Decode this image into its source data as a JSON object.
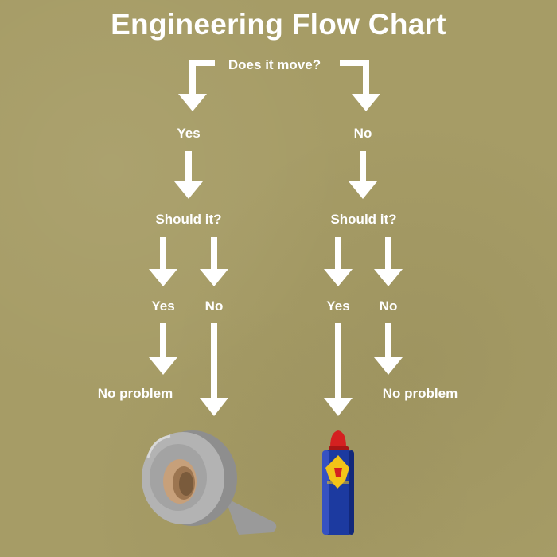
{
  "title": "Engineering Flow Chart",
  "root": {
    "question": "Does it move?"
  },
  "branches": {
    "yes": {
      "label": "Yes",
      "question": "Should it?",
      "answer_yes": {
        "label": "Yes",
        "result": "No problem"
      },
      "answer_no": {
        "label": "No",
        "result_icon": "duct-tape-icon"
      }
    },
    "no": {
      "label": "No",
      "question": "Should it?",
      "answer_yes": {
        "label": "Yes",
        "result_icon": "wd40-can-icon"
      },
      "answer_no": {
        "label": "No",
        "result": "No problem"
      }
    }
  },
  "colors": {
    "background": "#a69c66",
    "text": "#ffffff",
    "arrow": "#ffffff",
    "tape": "#a3a3a3",
    "can_body": "#1c3aa0",
    "can_cap": "#d42020",
    "can_label": "#f2c418"
  }
}
